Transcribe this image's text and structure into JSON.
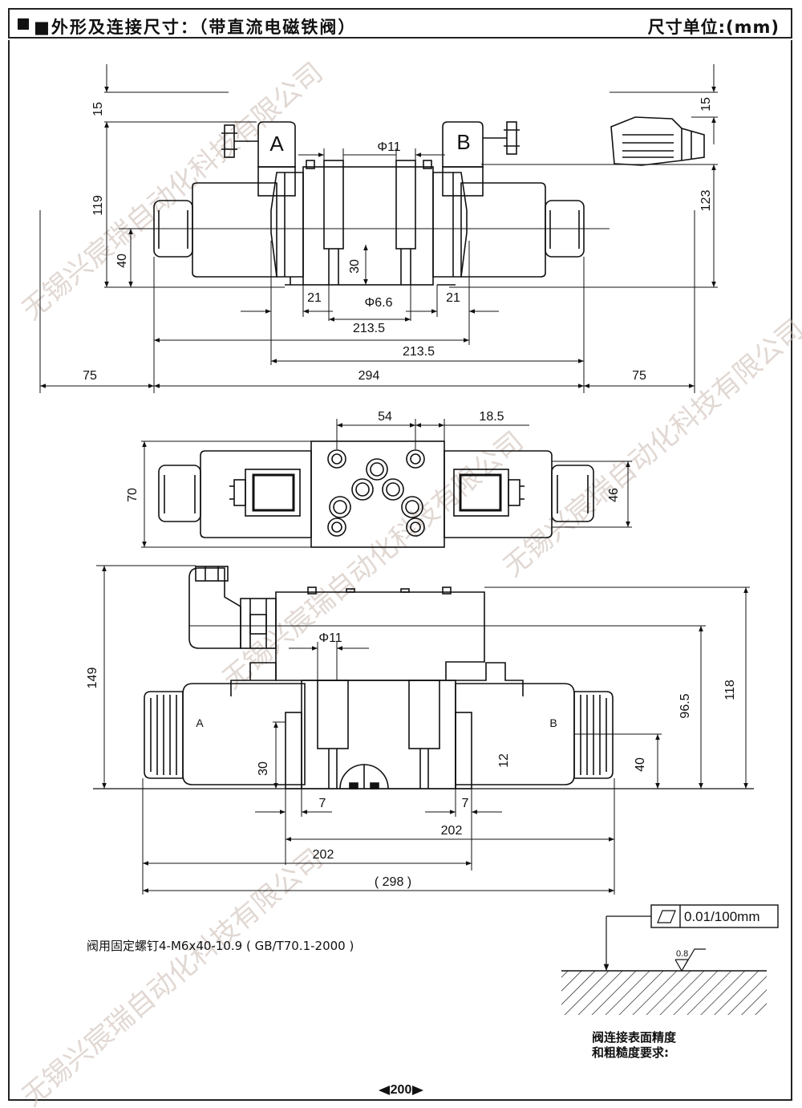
{
  "header": {
    "title": "■外形及连接尺寸：（带直流电磁铁阀）",
    "unit": "尺寸单位:(mm)"
  },
  "top_view": {
    "coil_a": "A",
    "coil_b": "B",
    "dims": {
      "h15_left": "15",
      "h119": "119",
      "h40": "40",
      "h30": "30",
      "d21_left": "21",
      "phi66": "Φ6.6",
      "d21_right": "21",
      "phi11": "Φ11",
      "h15_right": "15",
      "h123": "123",
      "l2135_a": "213.5",
      "l2135_b": "213.5",
      "l75_left": "75",
      "l294": "294",
      "l75_right": "75"
    }
  },
  "plan_view": {
    "dims": {
      "w54": "54",
      "w185": "18.5",
      "h70": "70",
      "h46": "46"
    }
  },
  "side_view": {
    "label_a": "A",
    "label_b": "B",
    "dims": {
      "phi11": "Φ11",
      "h149": "149",
      "h30": "30",
      "d7_left": "7",
      "d7_right": "7",
      "h12": "12",
      "h40": "40",
      "h965": "96.5",
      "h118": "118",
      "l202_top": "202",
      "l202_bottom": "202",
      "l298": "( 298 )"
    }
  },
  "notes": {
    "bolt": "阀用固定螺钉4-M6x40-10.9 ( GB/T70.1-2000 )",
    "surface_line1": "阀连接表面精度",
    "surface_line2": "和粗糙度要求:"
  },
  "tolerance": {
    "flatness": "0.01/100mm",
    "roughness": "0.8"
  },
  "watermark": "无锡兴宸瑞自动化科技有限公司",
  "page_number": "200"
}
